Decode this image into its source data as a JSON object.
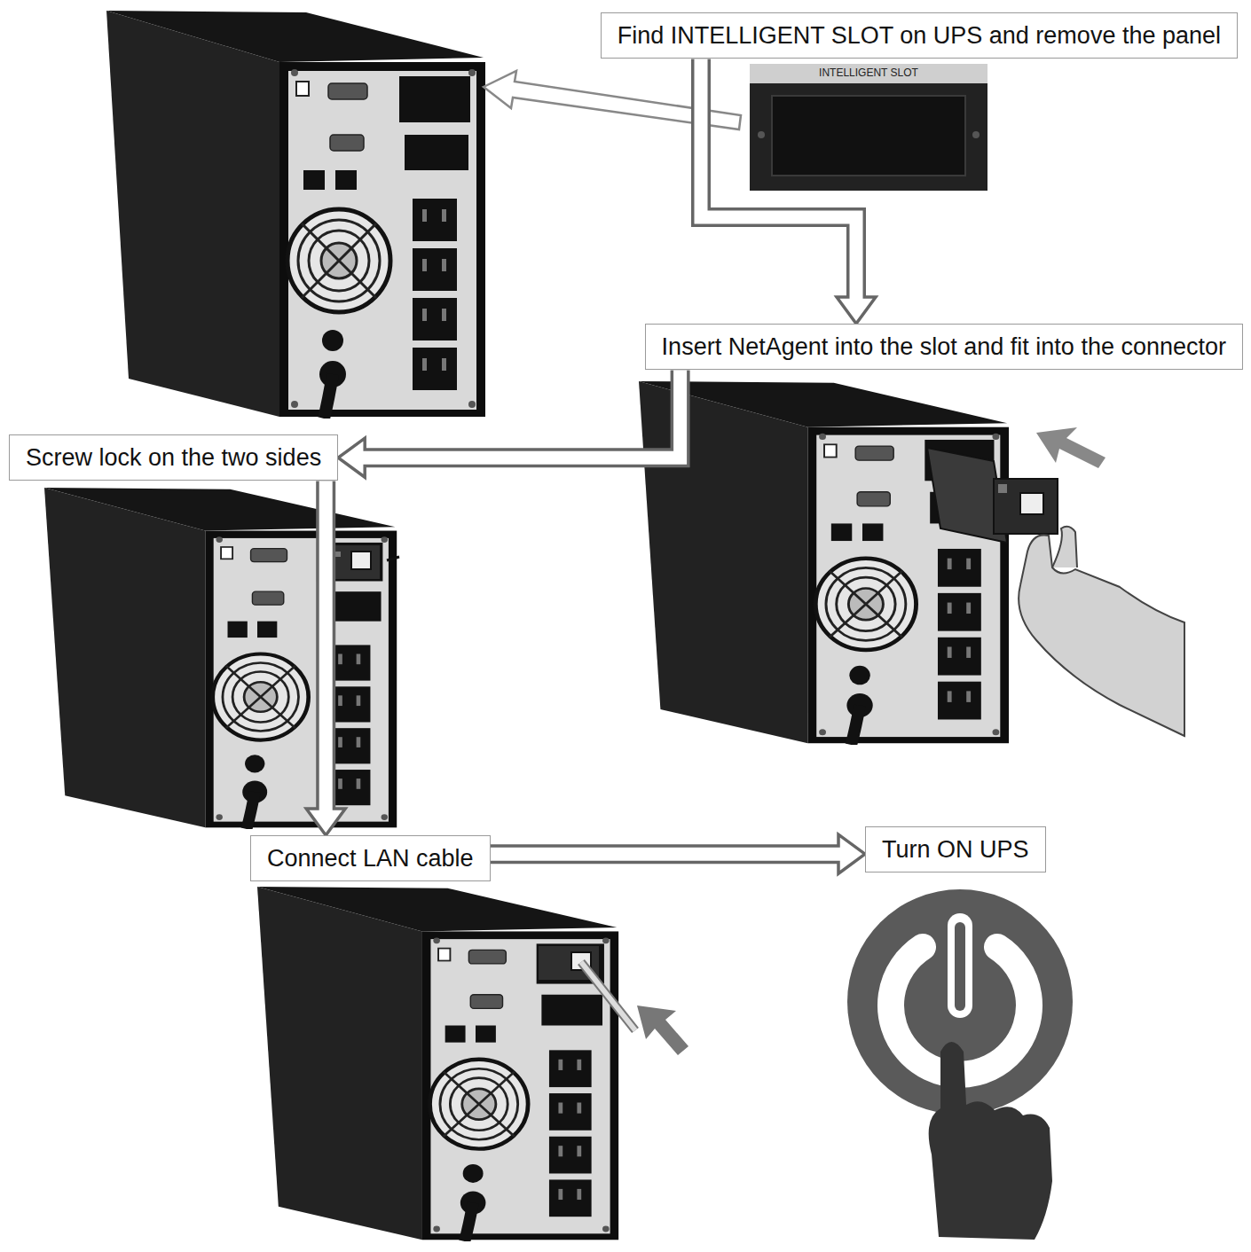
{
  "diagram": {
    "nodes": [
      {
        "text": [
          "Find INTELLIGENT SLOT on UPS and remove the panel"
        ]
      },
      {
        "text": [
          "Insert NetAgent into the slot and fit into the connector"
        ]
      },
      {
        "text": [
          "Screw lock on the two sides"
        ]
      },
      {
        "text": [
          "Connect LAN cable"
        ]
      },
      {
        "text": [
          "Turn ON UPS"
        ]
      }
    ],
    "edges": [
      {
        "from": 0,
        "to": 1,
        "arrow": "to"
      },
      {
        "from": 1,
        "to": 2,
        "arrow": "to"
      },
      {
        "from": 2,
        "to": 3,
        "arrow": "to"
      },
      {
        "from": 3,
        "to": 4,
        "arrow": "to"
      }
    ],
    "labels": [
      "INTELLIGENT SLOT"
    ]
  }
}
